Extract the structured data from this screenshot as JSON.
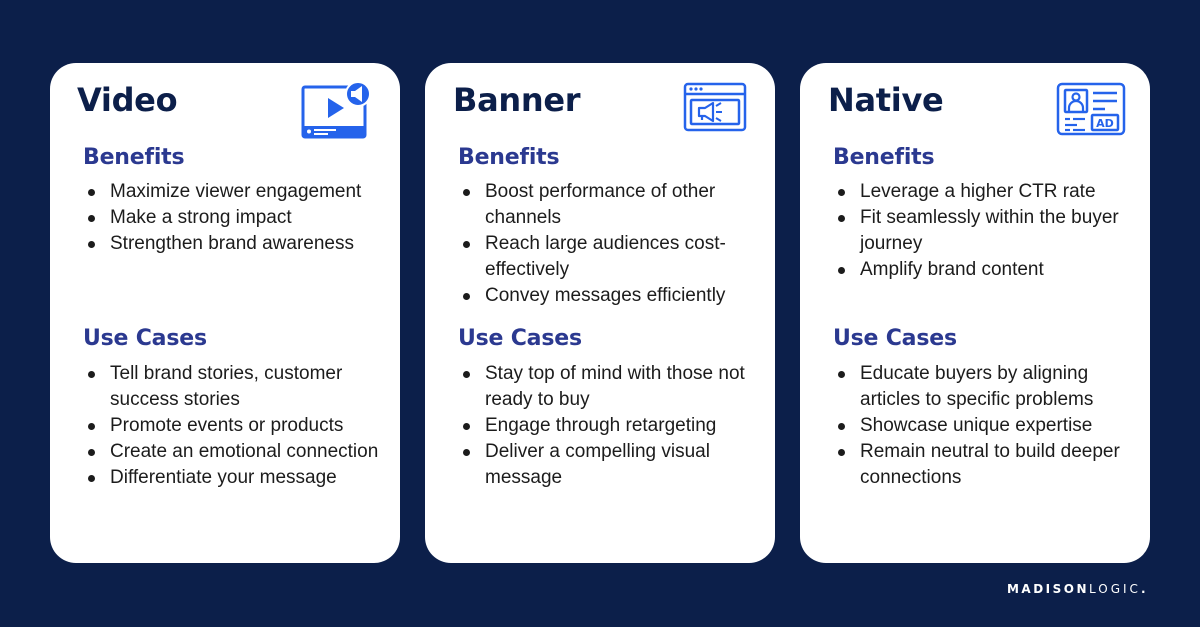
{
  "colors": {
    "background": "#0c1f4a",
    "card": "#ffffff",
    "title": "#0c1f4a",
    "section_heading": "#2b3990",
    "icon": "#2563eb",
    "body_text": "#1c1c1c"
  },
  "cards": [
    {
      "title": "Video",
      "icon": "video-player-megaphone-icon",
      "benefits_heading": "Benefits",
      "benefits": [
        "Maximize viewer engagement",
        "Make a strong impact",
        "Strengthen brand awareness"
      ],
      "use_cases_heading": "Use Cases",
      "use_cases": [
        "Tell brand stories, customer success stories",
        "Promote events or products",
        "Create an emotional connection",
        "Differentiate your message"
      ]
    },
    {
      "title": "Banner",
      "icon": "browser-window-megaphone-icon",
      "benefits_heading": "Benefits",
      "benefits": [
        "Boost performance of other channels",
        "Reach large audiences cost-effectively",
        "Convey messages efficiently"
      ],
      "use_cases_heading": "Use Cases",
      "use_cases": [
        "Stay top of mind with those not ready to buy",
        "Engage through retargeting",
        "Deliver a compelling visual message"
      ]
    },
    {
      "title": "Native",
      "icon": "native-ad-article-icon",
      "benefits_heading": "Benefits",
      "benefits": [
        "Leverage a higher CTR rate",
        "Fit seamlessly within the buyer journey",
        "Amplify brand content"
      ],
      "use_cases_heading": "Use Cases",
      "use_cases": [
        "Educate buyers by aligning articles to specific problems",
        "Showcase unique expertise",
        "Remain neutral to build deeper connections"
      ]
    }
  ],
  "logo": {
    "bold": "MADISON",
    "light": "LOGIC",
    "dot": "."
  }
}
